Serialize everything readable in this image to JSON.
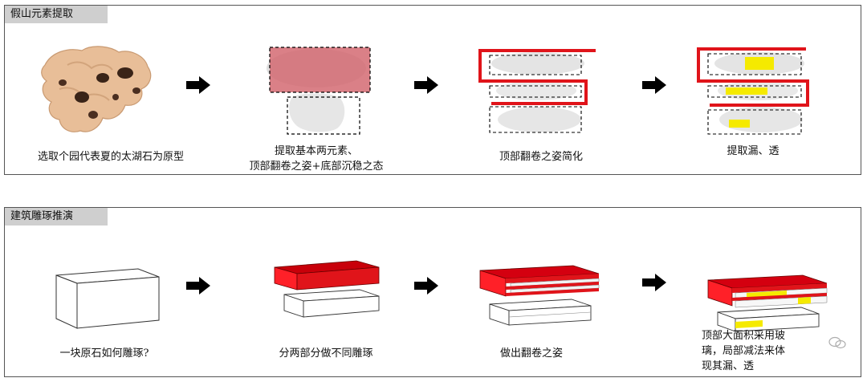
{
  "section1": {
    "title": "假山元素提取",
    "captions": [
      "选取个园代表夏的太湖石为原型",
      "提取基本两元素、",
      "顶部翻卷之姿+底部沉稳之态",
      "顶部翻卷之姿简化",
      "提取漏、透"
    ]
  },
  "section2": {
    "title": "建筑雕琢推演",
    "captions": [
      "一块原石如何雕琢?",
      "分两部分做不同雕琢",
      "做出翻卷之姿",
      "顶部大面积采用玻",
      "璃，局部减法来体",
      "现其漏、透"
    ]
  },
  "colors": {
    "red": "#e0141a",
    "yellow": "#f5ea00",
    "pink": "#d97a7f",
    "stone": "#e7bb93"
  },
  "icons": [
    "right-arrow-icon",
    "wechat-icon"
  ]
}
